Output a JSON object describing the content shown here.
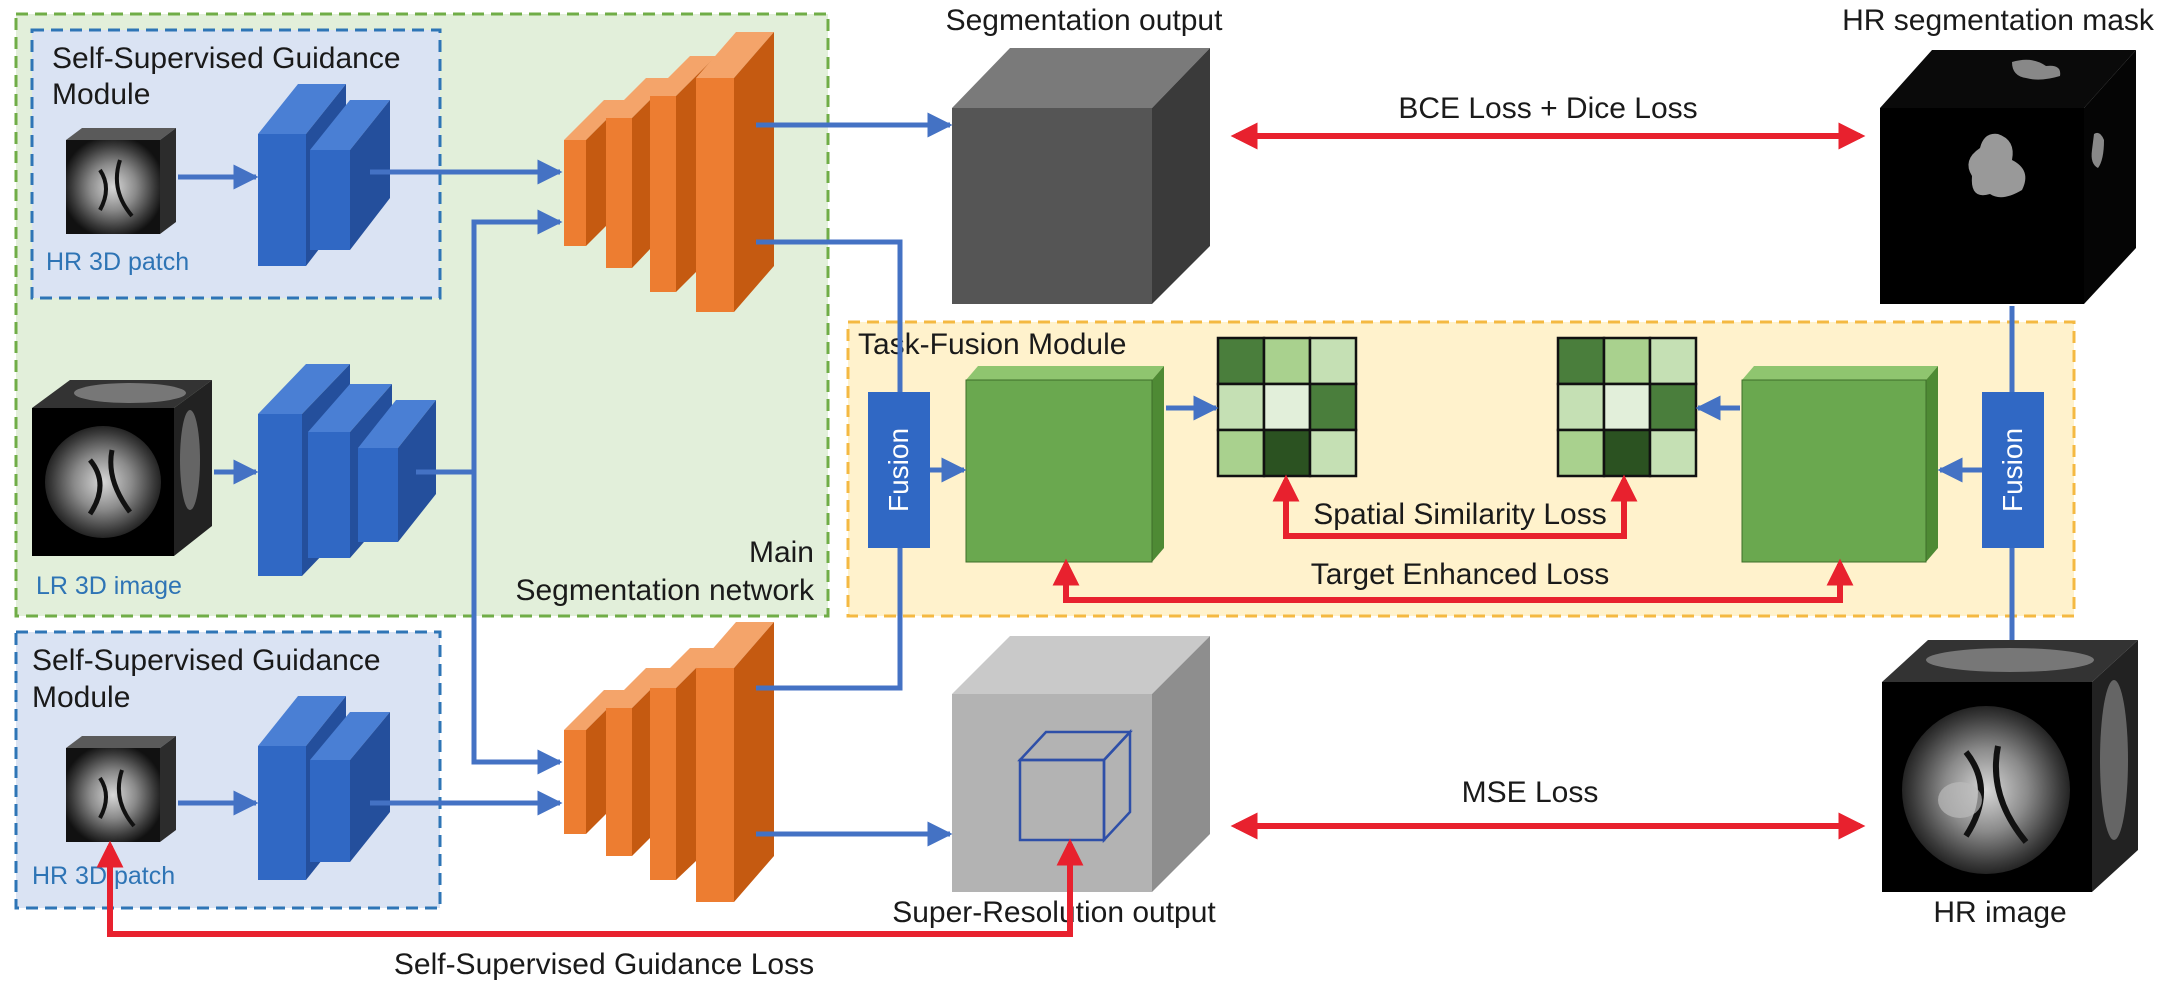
{
  "main_network": {
    "label_line1": "Main",
    "label_line2": "Segmentation network",
    "input_label": "LR 3D image"
  },
  "guidance_module_top": {
    "title_line1": "Self-Supervised Guidance",
    "title_line2": "Module",
    "patch_label": "HR 3D patch"
  },
  "guidance_module_bottom": {
    "title_line1": "Self-Supervised Guidance",
    "title_line2": "Module",
    "patch_label": "HR 3D patch"
  },
  "outputs": {
    "segmentation": "Segmentation output",
    "super_resolution": "Super-Resolution output",
    "hr_mask": "HR segmentation mask",
    "hr_image": "HR image"
  },
  "task_fusion": {
    "title": "Task-Fusion Module",
    "fusion_left": "Fusion",
    "fusion_right": "Fusion"
  },
  "losses": {
    "bce_dice": "BCE Loss + Dice Loss",
    "mse": "MSE Loss",
    "spatial": "Spatial Similarity Loss",
    "target": "Target Enhanced Loss",
    "guidance": "Self-Supervised Guidance Loss"
  },
  "colors": {
    "blue_arrow": "#4472c4",
    "red_arrow": "#e8212e",
    "encoder_blue": "#2f5fb3",
    "decoder_orange": "#ed7d31",
    "feature_green": "#6aa84f",
    "main_bg": "#e2efda",
    "module_bg": "#dae3f3",
    "fusion_bg": "#fff2cc"
  },
  "similarity_matrix_left": [
    "#4a7e3c",
    "#a9d18e",
    "#c5e0b4",
    "#c5e0b4",
    "#e2efda",
    "#4a7e3c",
    "#a9d18e",
    "#2b5221",
    "#c5e0b4"
  ],
  "similarity_matrix_right": [
    "#4a7e3c",
    "#a9d18e",
    "#c5e0b4",
    "#c5e0b4",
    "#e2efda",
    "#4a7e3c",
    "#a9d18e",
    "#2b5221",
    "#c5e0b4"
  ]
}
